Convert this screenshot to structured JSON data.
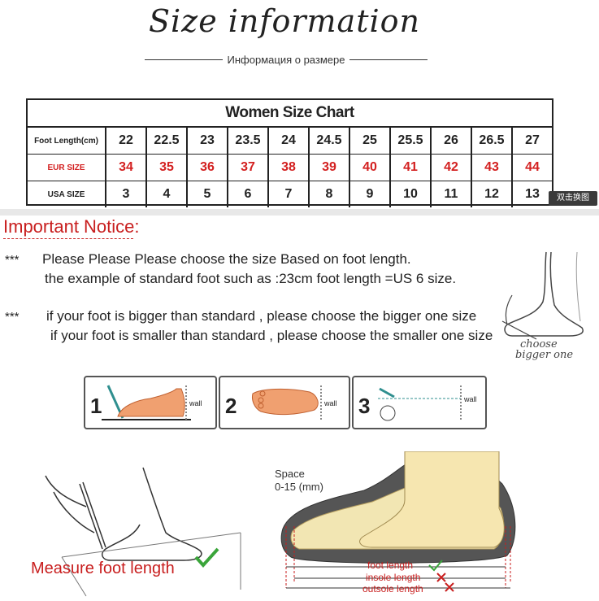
{
  "title": "Size information",
  "subtitle": "Информация о размере",
  "chart": {
    "title": "Women Size Chart",
    "rows": [
      {
        "label": "Foot Length(cm)",
        "values": [
          "22",
          "22.5",
          "23",
          "23.5",
          "24",
          "24.5",
          "25",
          "25.5",
          "26",
          "26.5",
          "27"
        ]
      },
      {
        "label": "EUR SIZE",
        "values": [
          "34",
          "35",
          "36",
          "37",
          "38",
          "39",
          "40",
          "41",
          "42",
          "43",
          "44"
        ]
      },
      {
        "label": "USA SIZE",
        "values": [
          "3",
          "4",
          "5",
          "6",
          "7",
          "8",
          "9",
          "10",
          "11",
          "12",
          "13"
        ]
      }
    ]
  },
  "badge": "双击换图",
  "notice": {
    "heading": "Important Notice:",
    "stars": "***",
    "line1": "Please Please Please choose the size Based on foot length.",
    "line2": "the example of standard foot such as :23cm foot length =US 6 size.",
    "line3": "if your foot is bigger than standard , please choose the bigger one size",
    "line4": "if your foot is smaller than standard , please choose the smaller one size",
    "choose_label": "choose\nbigger one"
  },
  "steps": [
    {
      "number": "1",
      "wall": "wall"
    },
    {
      "number": "2",
      "wall": "wall"
    },
    {
      "number": "3",
      "wall": "wall"
    }
  ],
  "measure": {
    "label": "Measure foot length",
    "space_label": "Space",
    "space_range": "0-15 (mm)",
    "foot_length": "foot length",
    "insole_length": "insole length",
    "outsole_length": "outsole length"
  },
  "colors": {
    "accent_red": "#d32020",
    "check_green": "#3aa53a"
  }
}
